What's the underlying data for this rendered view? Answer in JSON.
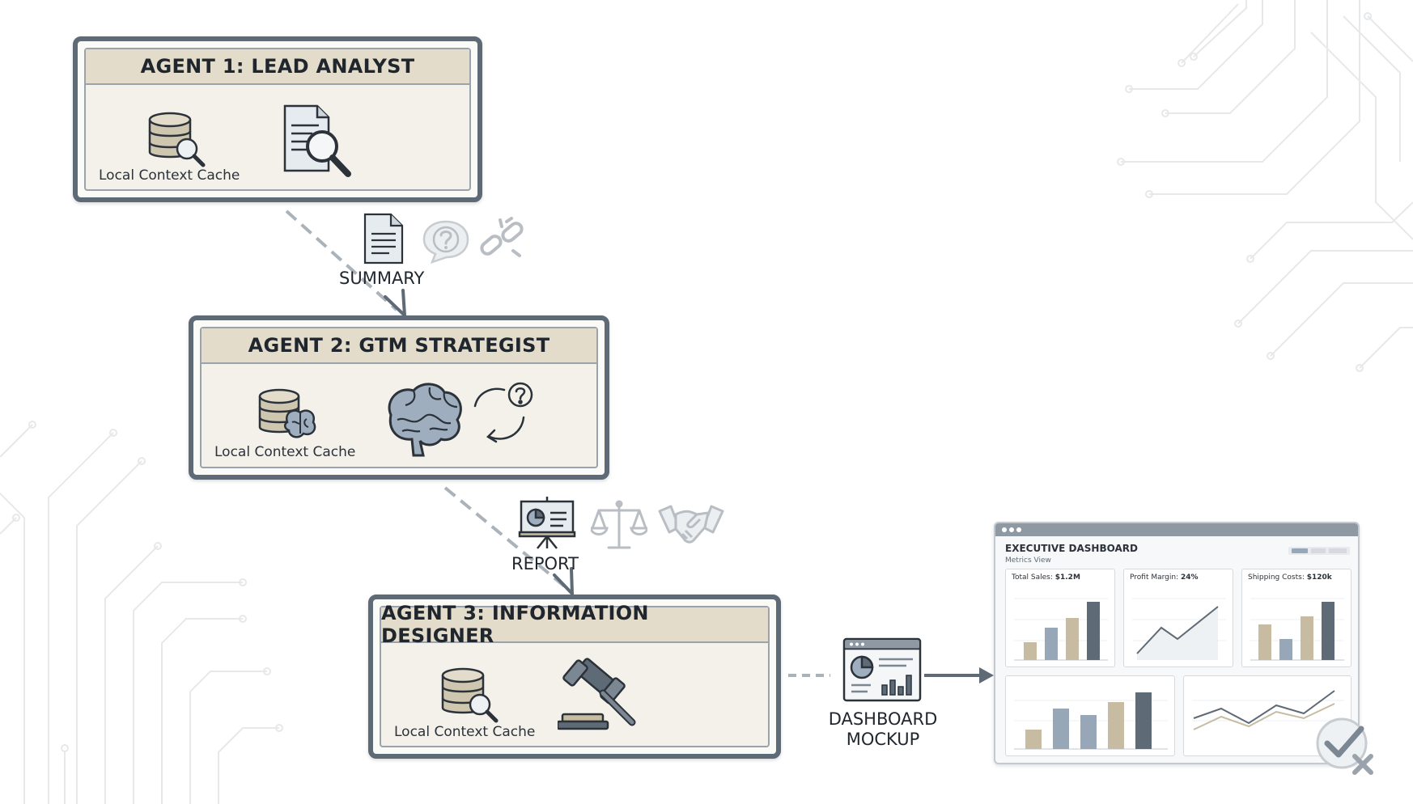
{
  "agents": [
    {
      "title": "AGENT 1: LEAD ANALYST",
      "cache_label": "Local Context Cache"
    },
    {
      "title": "AGENT 2: GTM STRATEGIST",
      "cache_label": "Local Context Cache"
    },
    {
      "title": "AGENT 3: INFORMATION DESIGNER",
      "cache_label": "Local Context Cache"
    }
  ],
  "flows": {
    "summary": "SUMMARY",
    "report": "REPORT",
    "dashboard_line1": "DASHBOARD",
    "dashboard_line2": "MOCKUP"
  },
  "dashboard": {
    "title": "EXECUTIVE DASHBOARD",
    "subtitle": "Metrics View",
    "cards": [
      {
        "label_prefix": "Total Sales: ",
        "value": "$1.2M"
      },
      {
        "label_prefix": "Profit Margin: ",
        "value": "24%"
      },
      {
        "label_prefix": "Shipping Costs: ",
        "value": "$120k"
      }
    ]
  },
  "colors": {
    "frame": "#5e6a76",
    "header": "#e3dccb",
    "panel": "#f3f1ea",
    "bar_slate": "#5e6a76",
    "bar_tan": "#c7bca2",
    "bar_blue": "#97a7b8"
  },
  "icons": {
    "agent1": [
      "database-search-icon",
      "document-search-icon"
    ],
    "summary": [
      "document-icon",
      "question-bubble-icon",
      "broken-link-icon"
    ],
    "agent2": [
      "database-brain-icon",
      "brain-icon",
      "cycle-question-icon"
    ],
    "report": [
      "presentation-board-icon",
      "scales-icon",
      "handshake-icon"
    ],
    "agent3": [
      "database-search-icon",
      "gavel-icon"
    ],
    "dashboard": [
      "dashboard-window-icon",
      "check-x-badge-icon"
    ]
  }
}
